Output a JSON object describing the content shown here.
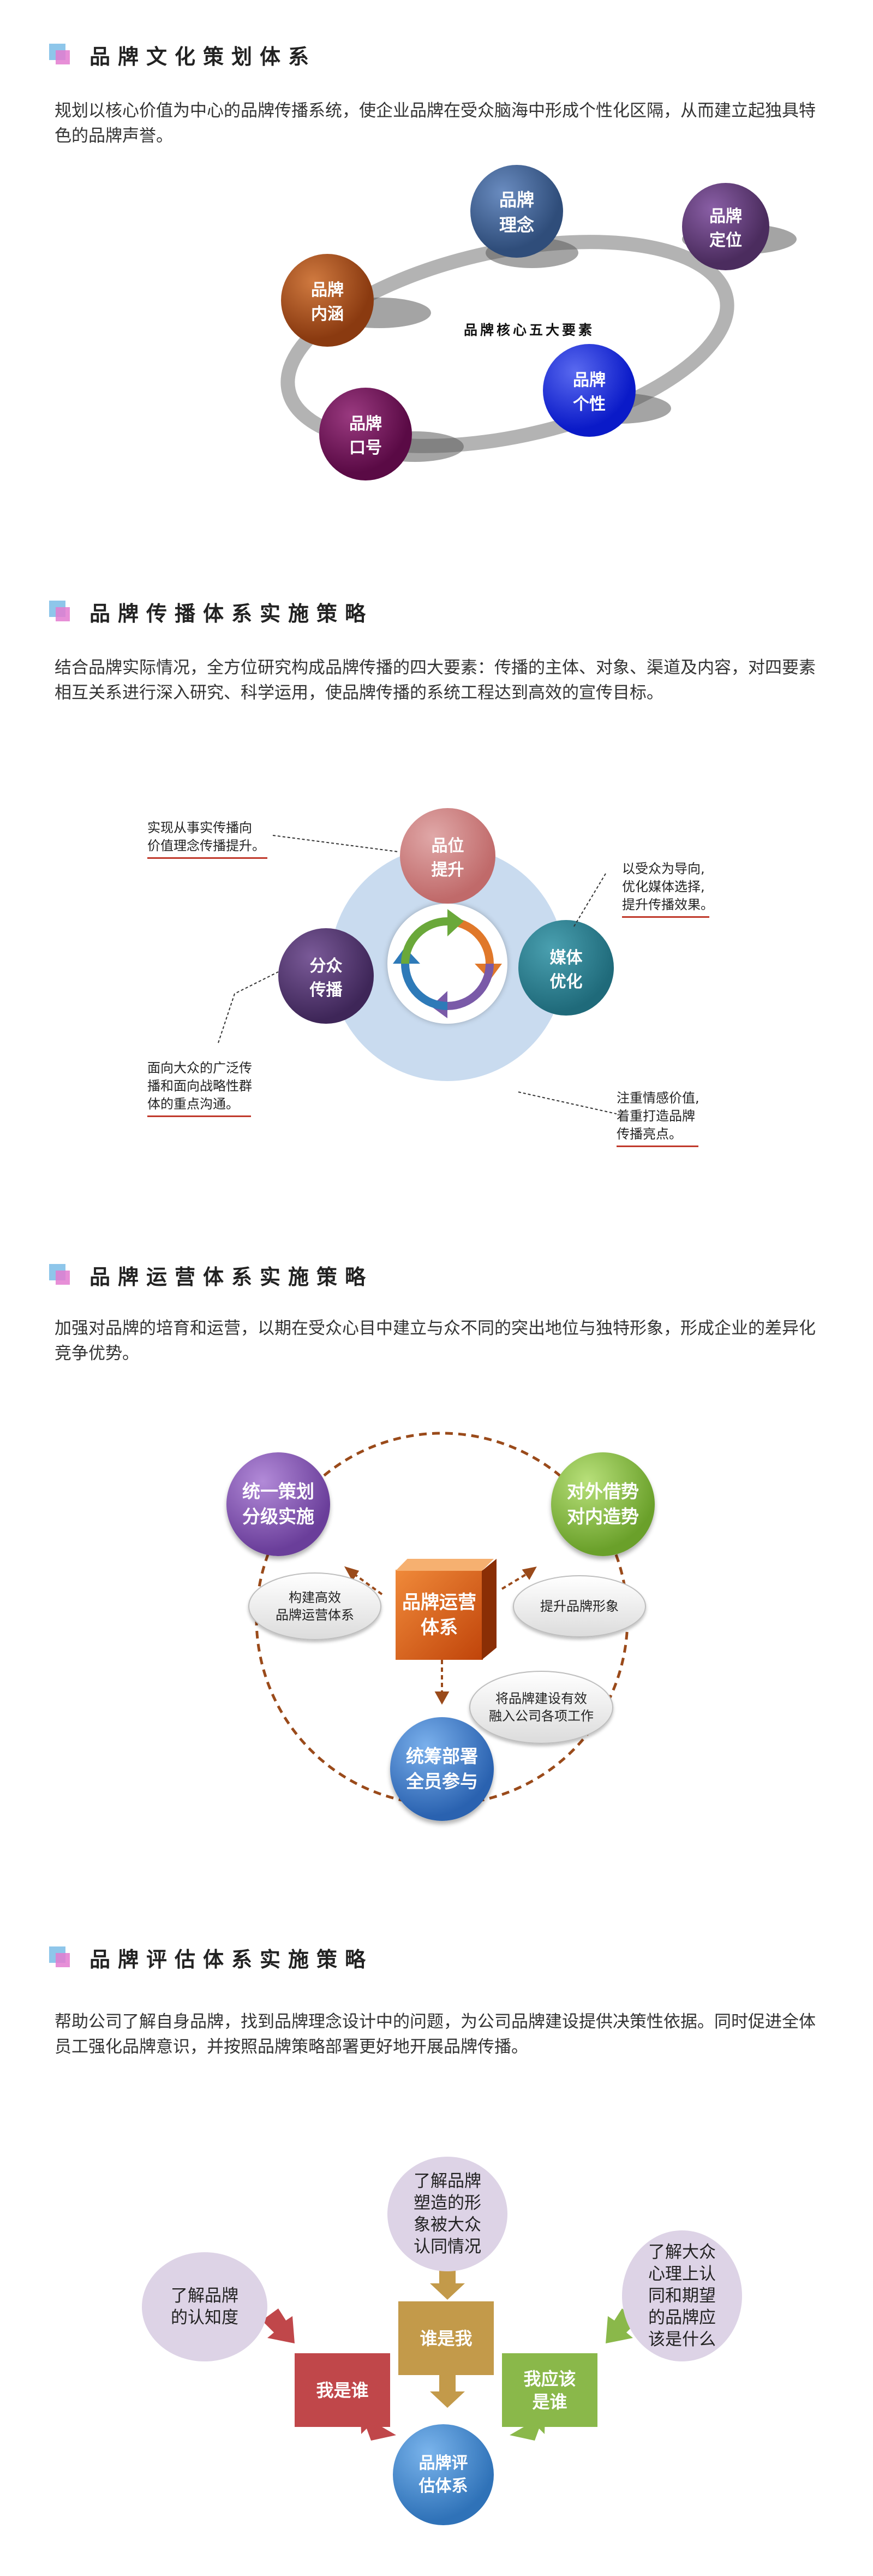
{
  "sections": [
    {
      "title": "品牌文化策划体系",
      "paragraph": "规划以核心价值为中心的品牌传播系统，使企业品牌在受众脑海中形成个性化区隔，从而建立起独具特色的品牌声誉。"
    },
    {
      "title": "品牌传播体系实施策略",
      "paragraph": "结合品牌实际情况，全方位研究构成品牌传播的四大要素：传播的主体、对象、渠道及内容，对四要素相互关系进行深入研究、科学运用，使品牌传播的系统工程达到高效的宣传目标。"
    },
    {
      "title": "品牌运营体系实施策略",
      "paragraph": "加强对品牌的培育和运营，以期在受众心目中建立与众不同的突出地位与独特形象，形成企业的差异化竞争优势。"
    },
    {
      "title": "品牌评估体系实施策略",
      "paragraph": "帮助公司了解自身品牌，找到品牌理念设计中的问题，为公司品牌建设提供决策性依据。同时促进全体员工强化品牌意识，并按照品牌策略部署更好地开展品牌传播。"
    }
  ],
  "d1": {
    "center_label": "品牌核心五大要素",
    "nodes": [
      {
        "line1": "品牌",
        "line2": "理念",
        "color": "#2f4d7a"
      },
      {
        "line1": "品牌",
        "line2": "定位",
        "color": "#4b2c5e"
      },
      {
        "line1": "品牌",
        "line2": "内涵",
        "color": "#8a3a10"
      },
      {
        "line1": "品牌",
        "line2": "个性",
        "color": "#0a1ac8"
      },
      {
        "line1": "品牌",
        "line2": "口号",
        "color": "#5a0a45"
      }
    ]
  },
  "d2": {
    "nodes": [
      {
        "line1": "品位",
        "line2": "提升",
        "color": "#c98080"
      },
      {
        "line1": "媒体",
        "line2": "优化",
        "color": "#2a7a8a"
      },
      {
        "line1": "分众",
        "line2": "传播",
        "color": "#4b2f6a"
      }
    ],
    "notes": [
      {
        "lines": [
          "实现从事实传播向",
          "价值理念传播提升。"
        ]
      },
      {
        "lines": [
          "以受众为导向,",
          "优化媒体选择,",
          "提升传播效果。"
        ]
      },
      {
        "lines": [
          "面向大众的广泛传",
          "播和面向战略性群",
          "体的重点沟通。"
        ]
      },
      {
        "lines": [
          "注重情感价值,",
          "着重打造品牌",
          "传播亮点。"
        ]
      }
    ]
  },
  "d3": {
    "center": {
      "line1": "品牌运营",
      "line2": "体系"
    },
    "nodes": [
      {
        "line1": "统一策划",
        "line2": "分级实施",
        "color": "#7b4fa8"
      },
      {
        "line1": "对外借势",
        "line2": "对内造势",
        "color": "#7bb33a"
      },
      {
        "line1": "统筹部署",
        "line2": "全员参与",
        "color": "#2e6cc0"
      }
    ],
    "ovals": [
      {
        "lines": [
          "构建高效",
          "品牌运营体系"
        ]
      },
      {
        "lines": [
          "提升品牌形象"
        ]
      },
      {
        "lines": [
          "将品牌建设有效",
          "融入公司各项工作"
        ]
      }
    ]
  },
  "d4": {
    "top": {
      "lines": [
        "了解品牌",
        "塑造的形",
        "象被大众",
        "认同情况"
      ]
    },
    "left": {
      "lines": [
        "了解品牌",
        "的认知度"
      ]
    },
    "right": {
      "lines": [
        "了解大众",
        "心理上认",
        "同和期望",
        "的品牌应",
        "该是什么"
      ]
    },
    "box_mid": {
      "lines": [
        "谁是我"
      ],
      "color": "#c39a4a"
    },
    "box_left": {
      "lines": [
        "我是谁"
      ],
      "color": "#c0474a"
    },
    "box_right": {
      "lines": [
        "我应该",
        "是谁"
      ],
      "color": "#8ab84a"
    },
    "bottom": {
      "lines": [
        "品牌评",
        "估体系"
      ],
      "color": "#3f86c8"
    }
  }
}
